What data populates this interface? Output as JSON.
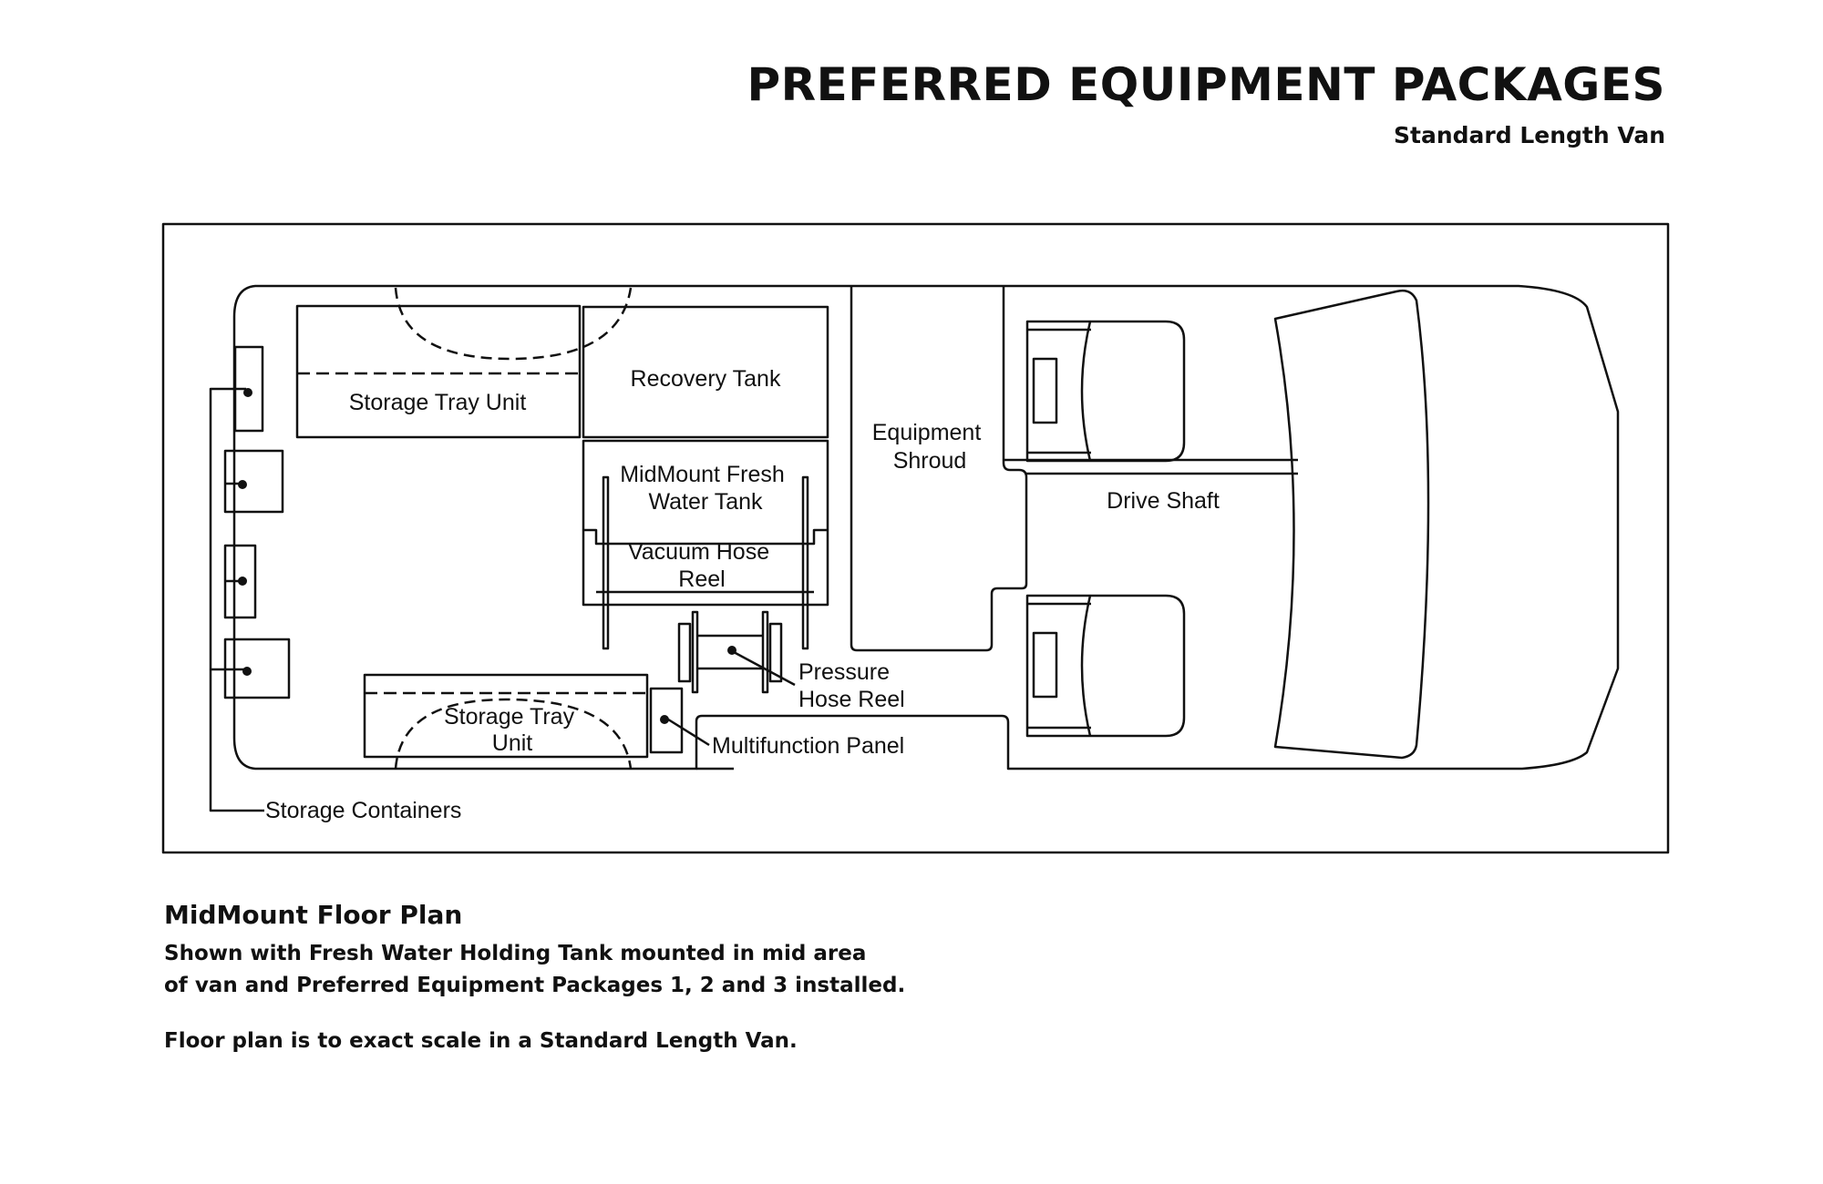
{
  "header": {
    "title": "PREFERRED EQUIPMENT PACKAGES",
    "subtitle": "Standard Length Van"
  },
  "plan": {
    "labels": {
      "storage_tray_unit_top": "Storage Tray Unit",
      "recovery_tank": "Recovery Tank",
      "equipment_shroud": [
        "Equipment",
        "Shroud"
      ],
      "midmount_tank": [
        "MidMount Fresh",
        "Water Tank"
      ],
      "vacuum_hose_reel": [
        "Vacuum Hose",
        "Reel"
      ],
      "drive_shaft": "Drive Shaft",
      "pressure_hose_reel": [
        "Pressure",
        "Hose Reel"
      ],
      "storage_tray_unit_bottom": [
        "Storage Tray",
        "Unit"
      ],
      "multifunction_panel": "Multifunction Panel",
      "storage_containers": "Storage Containers"
    }
  },
  "caption": {
    "heading": "MidMount Floor Plan",
    "line1": "Shown with Fresh Water Holding Tank mounted in mid area",
    "line2": "of van and Preferred Equipment Packages 1, 2 and 3 installed.",
    "line3": "Floor plan is to exact scale in a Standard Length Van."
  }
}
